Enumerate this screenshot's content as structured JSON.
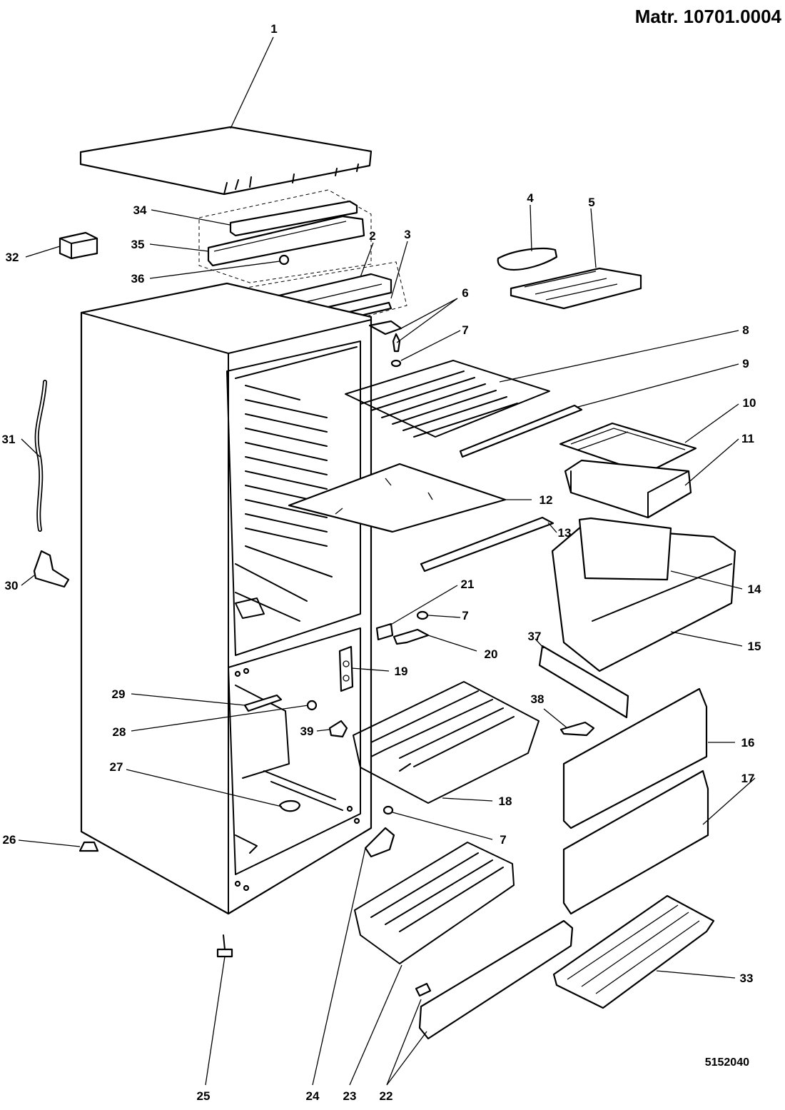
{
  "header": {
    "material_number": "Matr. 10701.0004"
  },
  "footer": {
    "drawing_number": "5152040"
  },
  "labels": {
    "l1": "1",
    "l2": "2",
    "l3": "3",
    "l4": "4",
    "l5": "5",
    "l6": "6",
    "l7": "7",
    "l8": "8",
    "l9": "9",
    "l10": "10",
    "l11": "11",
    "l12": "12",
    "l13": "13",
    "l14": "14",
    "l15": "15",
    "l16": "16",
    "l17": "17",
    "l18": "18",
    "l19": "19",
    "l20": "20",
    "l21": "21",
    "l22": "22",
    "l23": "23",
    "l24": "24",
    "l25": "25",
    "l26": "26",
    "l27": "27",
    "l28": "28",
    "l29": "29",
    "l30": "30",
    "l31": "31",
    "l32": "32",
    "l33": "33",
    "l34": "34",
    "l35": "35",
    "l36": "36",
    "l37": "37",
    "l38": "38",
    "l39": "39"
  }
}
